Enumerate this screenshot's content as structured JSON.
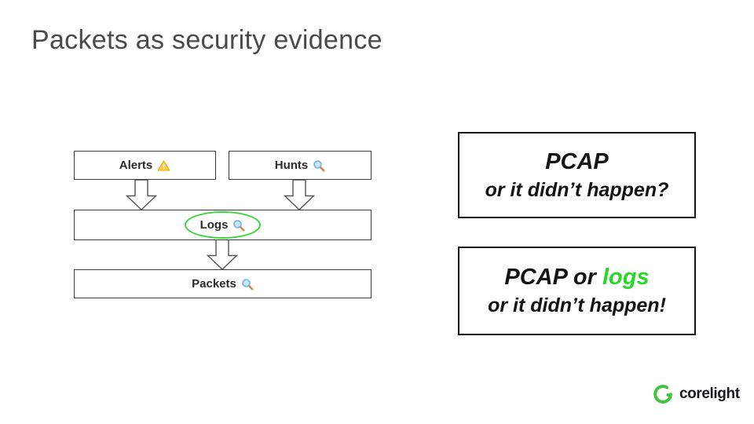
{
  "title": "Packets as security evidence",
  "diagram": {
    "alerts": {
      "label": "Alerts",
      "icon": "warning-icon"
    },
    "hunts": {
      "label": "Hunts",
      "icon": "magnifier-icon"
    },
    "logs": {
      "label": "Logs",
      "icon": "magnifier-icon",
      "highlighted": true
    },
    "packets": {
      "label": "Packets",
      "icon": "magnifier-icon"
    },
    "highlight_color": "#3bd53b"
  },
  "callout_top": {
    "line1": "PCAP",
    "line2": "or it didn’t happen?"
  },
  "callout_bottom": {
    "line1_black": "PCAP or",
    "line1_green": "logs",
    "line2": "or it didn’t happen!",
    "green_color": "#26d926"
  },
  "logo": {
    "label": "corelight",
    "arc_color": "#3ec43e"
  }
}
